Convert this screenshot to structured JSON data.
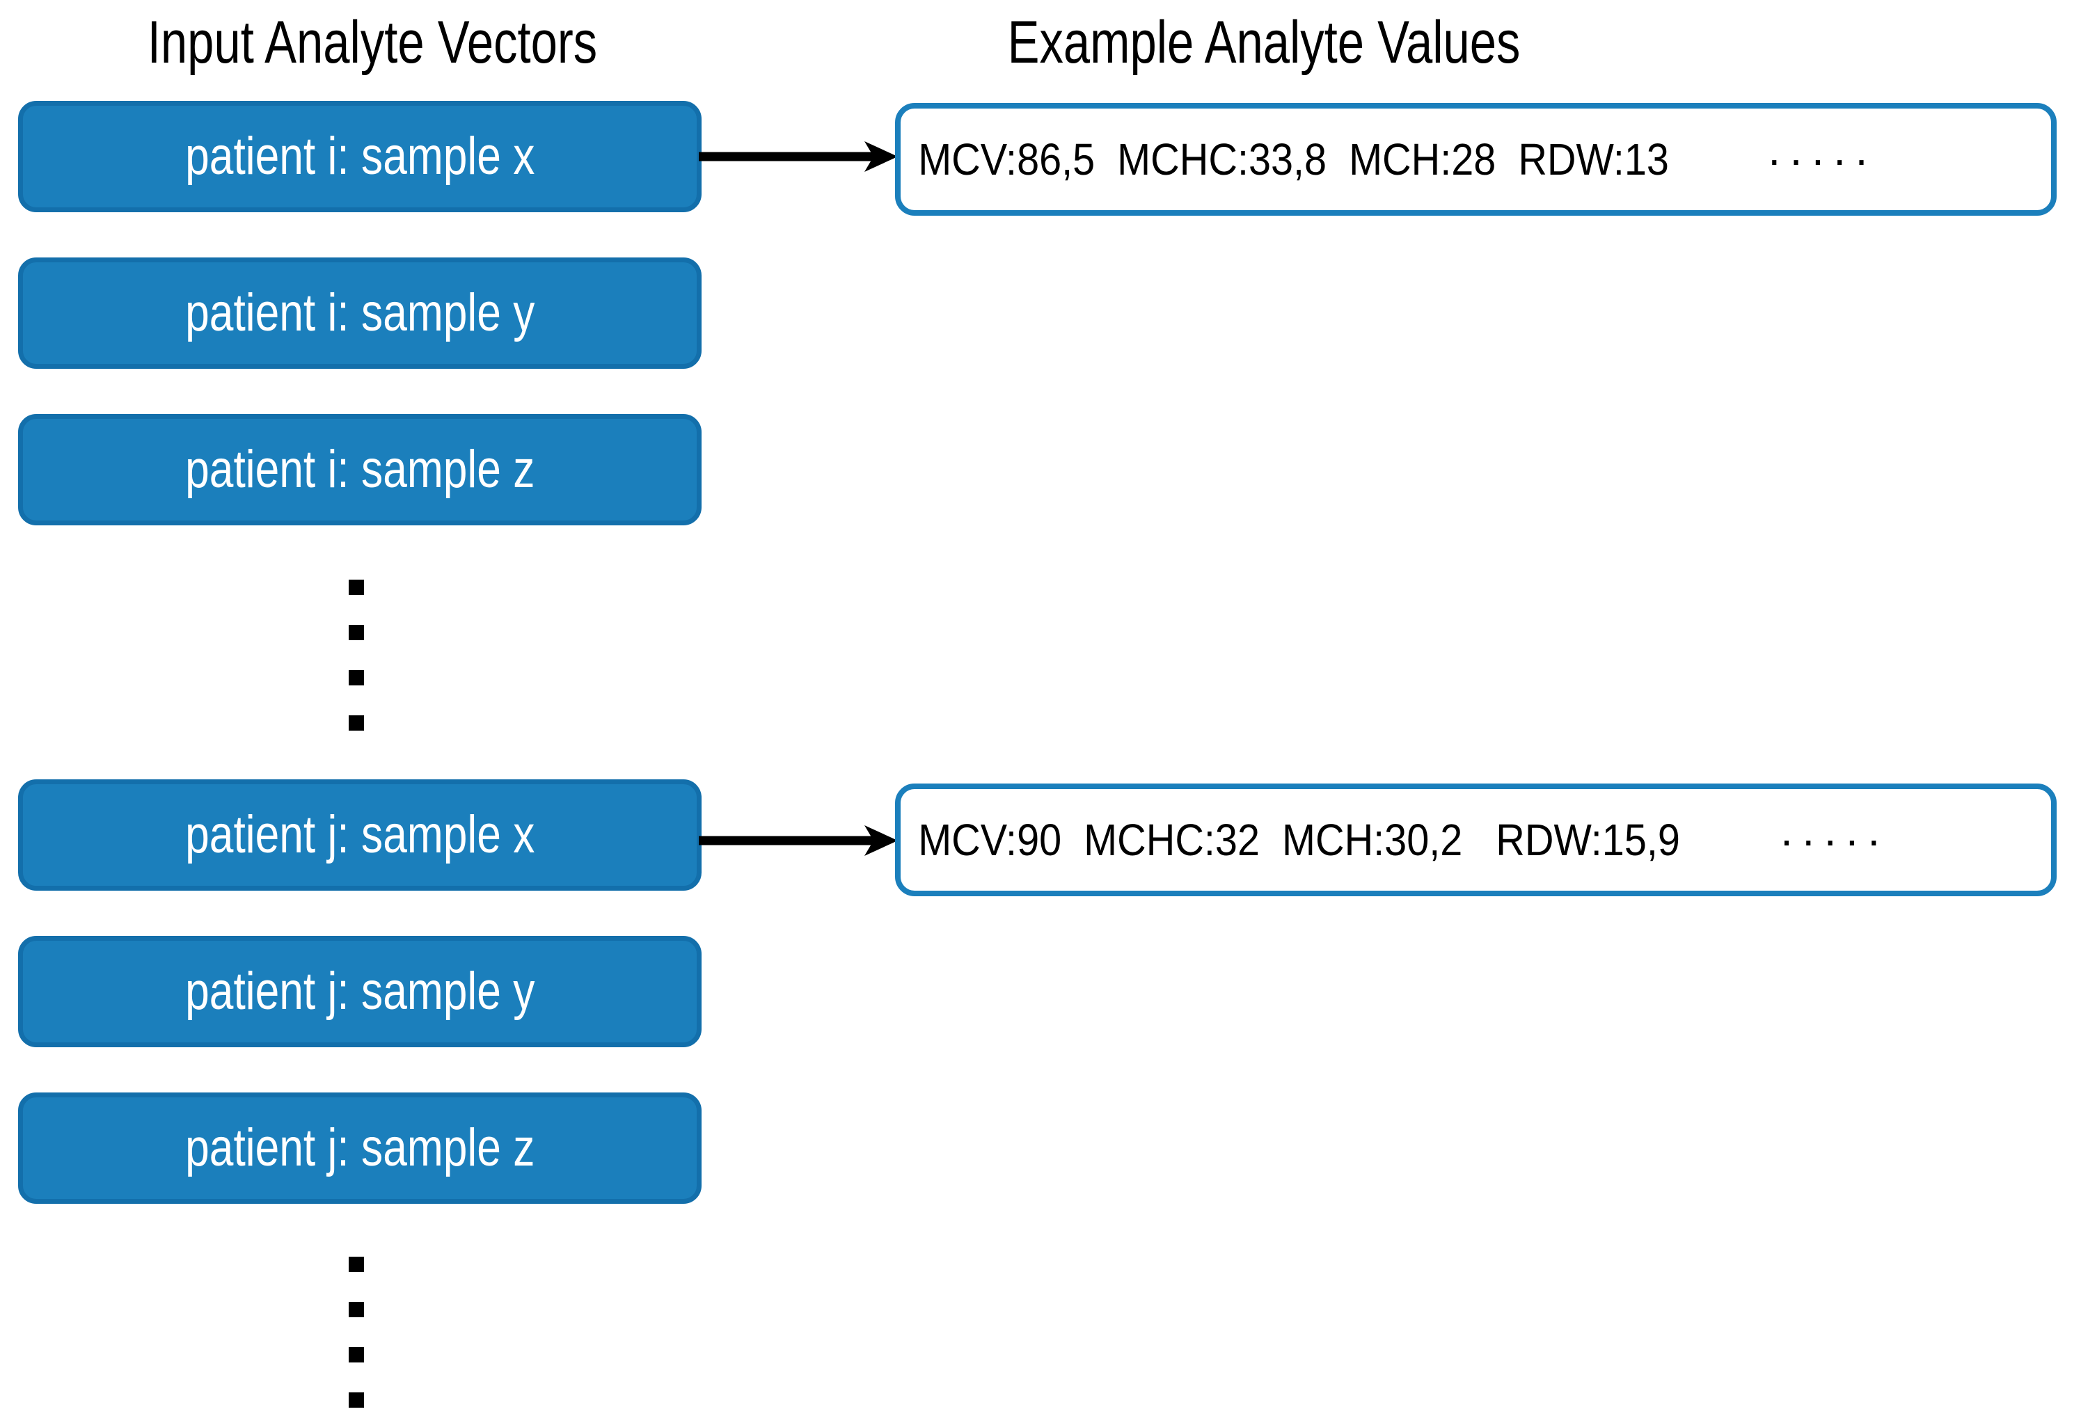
{
  "headings": {
    "left": "Input Analyte Vectors",
    "right": "Example Analyte Values"
  },
  "colors": {
    "box_fill": "#1B7FBC",
    "box_border": "#136FAB",
    "outline_box_border": "#1B7FBC",
    "text_on_fill": "#FFFFFF",
    "text": "#000000",
    "background": "#FFFFFF",
    "arrow": "#000000"
  },
  "vectors": [
    {
      "label": "patient i: sample x"
    },
    {
      "label": "patient i: sample y"
    },
    {
      "label": "patient i: sample z"
    },
    {
      "label": "patient j: sample x"
    },
    {
      "label": "patient j: sample y"
    },
    {
      "label": "patient j: sample z"
    }
  ],
  "ellipses": [
    {
      "name": "ellipsis-after-patient-i",
      "dots": 4
    },
    {
      "name": "ellipsis-after-patient-j",
      "dots": 4
    }
  ],
  "value_boxes": [
    {
      "source": "patient i: sample x",
      "text": "MCV:86,5  MCHC:33,8  MCH:28  RDW:13",
      "trailing_ellipsis": "·····",
      "analytes": [
        {
          "name": "MCV",
          "value": "86,5"
        },
        {
          "name": "MCHC",
          "value": "33,8"
        },
        {
          "name": "MCH",
          "value": "28"
        },
        {
          "name": "RDW",
          "value": "13"
        }
      ]
    },
    {
      "source": "patient j: sample x",
      "text": "MCV:90  MCHC:32  MCH:30,2   RDW:15,9",
      "trailing_ellipsis": "·····",
      "analytes": [
        {
          "name": "MCV",
          "value": "90"
        },
        {
          "name": "MCHC",
          "value": "32"
        },
        {
          "name": "MCH",
          "value": "30,2"
        },
        {
          "name": "RDW",
          "value": "15,9"
        }
      ]
    }
  ],
  "arrows": [
    {
      "from": "patient i: sample x",
      "to": "example-analyte-values-box-1"
    },
    {
      "from": "patient j: sample x",
      "to": "example-analyte-values-box-2"
    }
  ]
}
